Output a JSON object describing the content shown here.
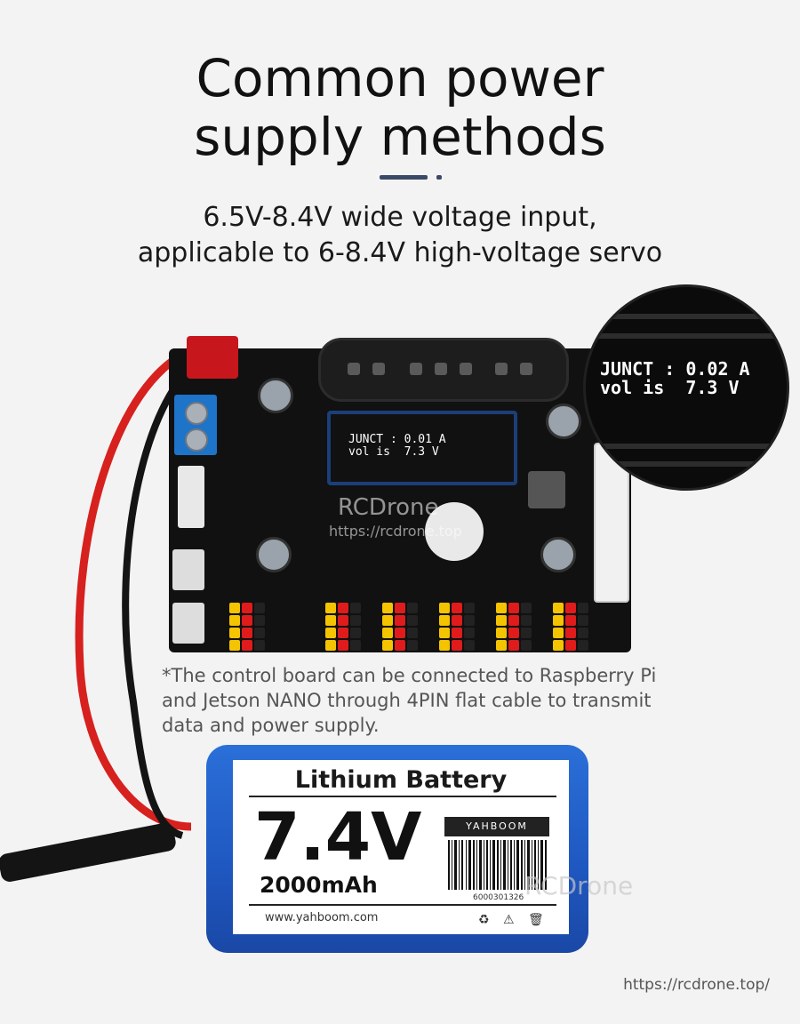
{
  "headline": {
    "line1": "Common power",
    "line2": "supply methods"
  },
  "subtitle": {
    "line1": "6.5V-8.4V wide voltage input,",
    "line2": "applicable to 6-8.4V high-voltage servo"
  },
  "board": {
    "oled_line1": "JUNCT : 0.01 A",
    "oled_line2": "vol is  7.3 V",
    "watermark": "RCDrone",
    "watermark_url": "https://rcdrone.top"
  },
  "magnifier": {
    "line1": "JUNCT : 0.02 A",
    "line2": "vol is  7.3 V"
  },
  "footnote": {
    "line1": "*The control board can be connected to Raspberry Pi",
    "line2": "and Jetson NANO through 4PIN flat cable to transmit",
    "line3": "data and power supply."
  },
  "battery": {
    "title": "Lithium Battery",
    "voltage": "7.4V",
    "capacity": "2000mAh",
    "brand": "YAHBOOM",
    "barcode_number": "6000301326",
    "website": "www.yahboom.com",
    "watermark": "RCDrone"
  },
  "footer_url": "https://rcdrone.top/",
  "colors": {
    "accent_divider": "#3a4a66",
    "battery_blue": "#2563c9",
    "wire_red": "#d6211e",
    "wire_black": "#141414"
  }
}
